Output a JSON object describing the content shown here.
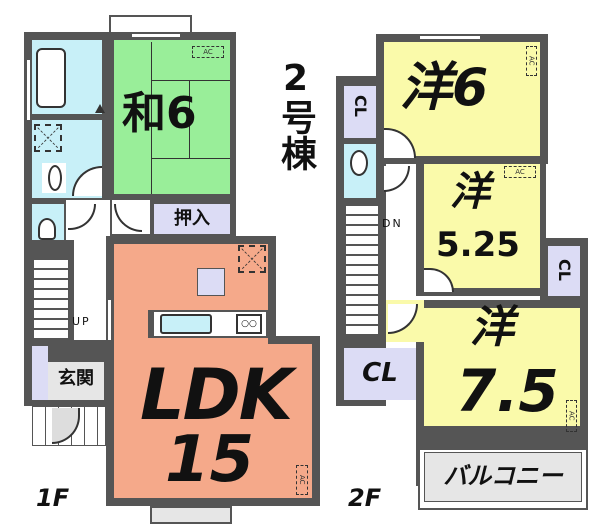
{
  "title": "2号棟",
  "floors": [
    {
      "label": "1F",
      "rooms": [
        {
          "id": "washitsu",
          "label_kanji": "和",
          "label_num": "6",
          "color": "#99ee99"
        },
        {
          "id": "oshiire",
          "label": "押入",
          "color": "#dcdcf5"
        },
        {
          "id": "ldk",
          "label": "LDK",
          "label_num": "15",
          "color": "#f5a98a"
        },
        {
          "id": "genkan",
          "label": "玄関",
          "color": "#e6e6e6"
        },
        {
          "id": "bath",
          "label": "",
          "color": "#c8f0f8"
        },
        {
          "id": "wash",
          "label": "",
          "color": "#c8f0f8"
        },
        {
          "id": "toilet",
          "label": "",
          "color": "#c8f0f8"
        }
      ],
      "stair_label": "UP",
      "ac_label": "AC"
    },
    {
      "label": "2F",
      "rooms": [
        {
          "id": "yo6",
          "label_kanji": "洋",
          "label_num": "6",
          "color": "#fafaaa"
        },
        {
          "id": "yo525",
          "label_kanji": "洋",
          "label_num": "5.25",
          "color": "#fafaaa"
        },
        {
          "id": "yo75",
          "label_kanji": "洋",
          "label_num": "7.5",
          "color": "#fafaaa"
        },
        {
          "id": "cl1",
          "label": "CL",
          "color": "#dcdcf5"
        },
        {
          "id": "cl2",
          "label": "CL",
          "color": "#dcdcf5"
        },
        {
          "id": "cl3",
          "label": "CL",
          "color": "#dcdcf5"
        },
        {
          "id": "balcony",
          "label": "バルコニー",
          "color": "#e6e6e6"
        },
        {
          "id": "toilet2",
          "label": "",
          "color": "#c8f0f8"
        }
      ],
      "stair_label": "DN",
      "ac_label": "AC"
    }
  ],
  "colors": {
    "wall": "#555555",
    "japanese_room": "#99ee99",
    "western_room": "#fafaaa",
    "ldk": "#f5a98a",
    "closet": "#dcdcf5",
    "water": "#c8f0f8",
    "outdoor": "#e6e6e6"
  }
}
